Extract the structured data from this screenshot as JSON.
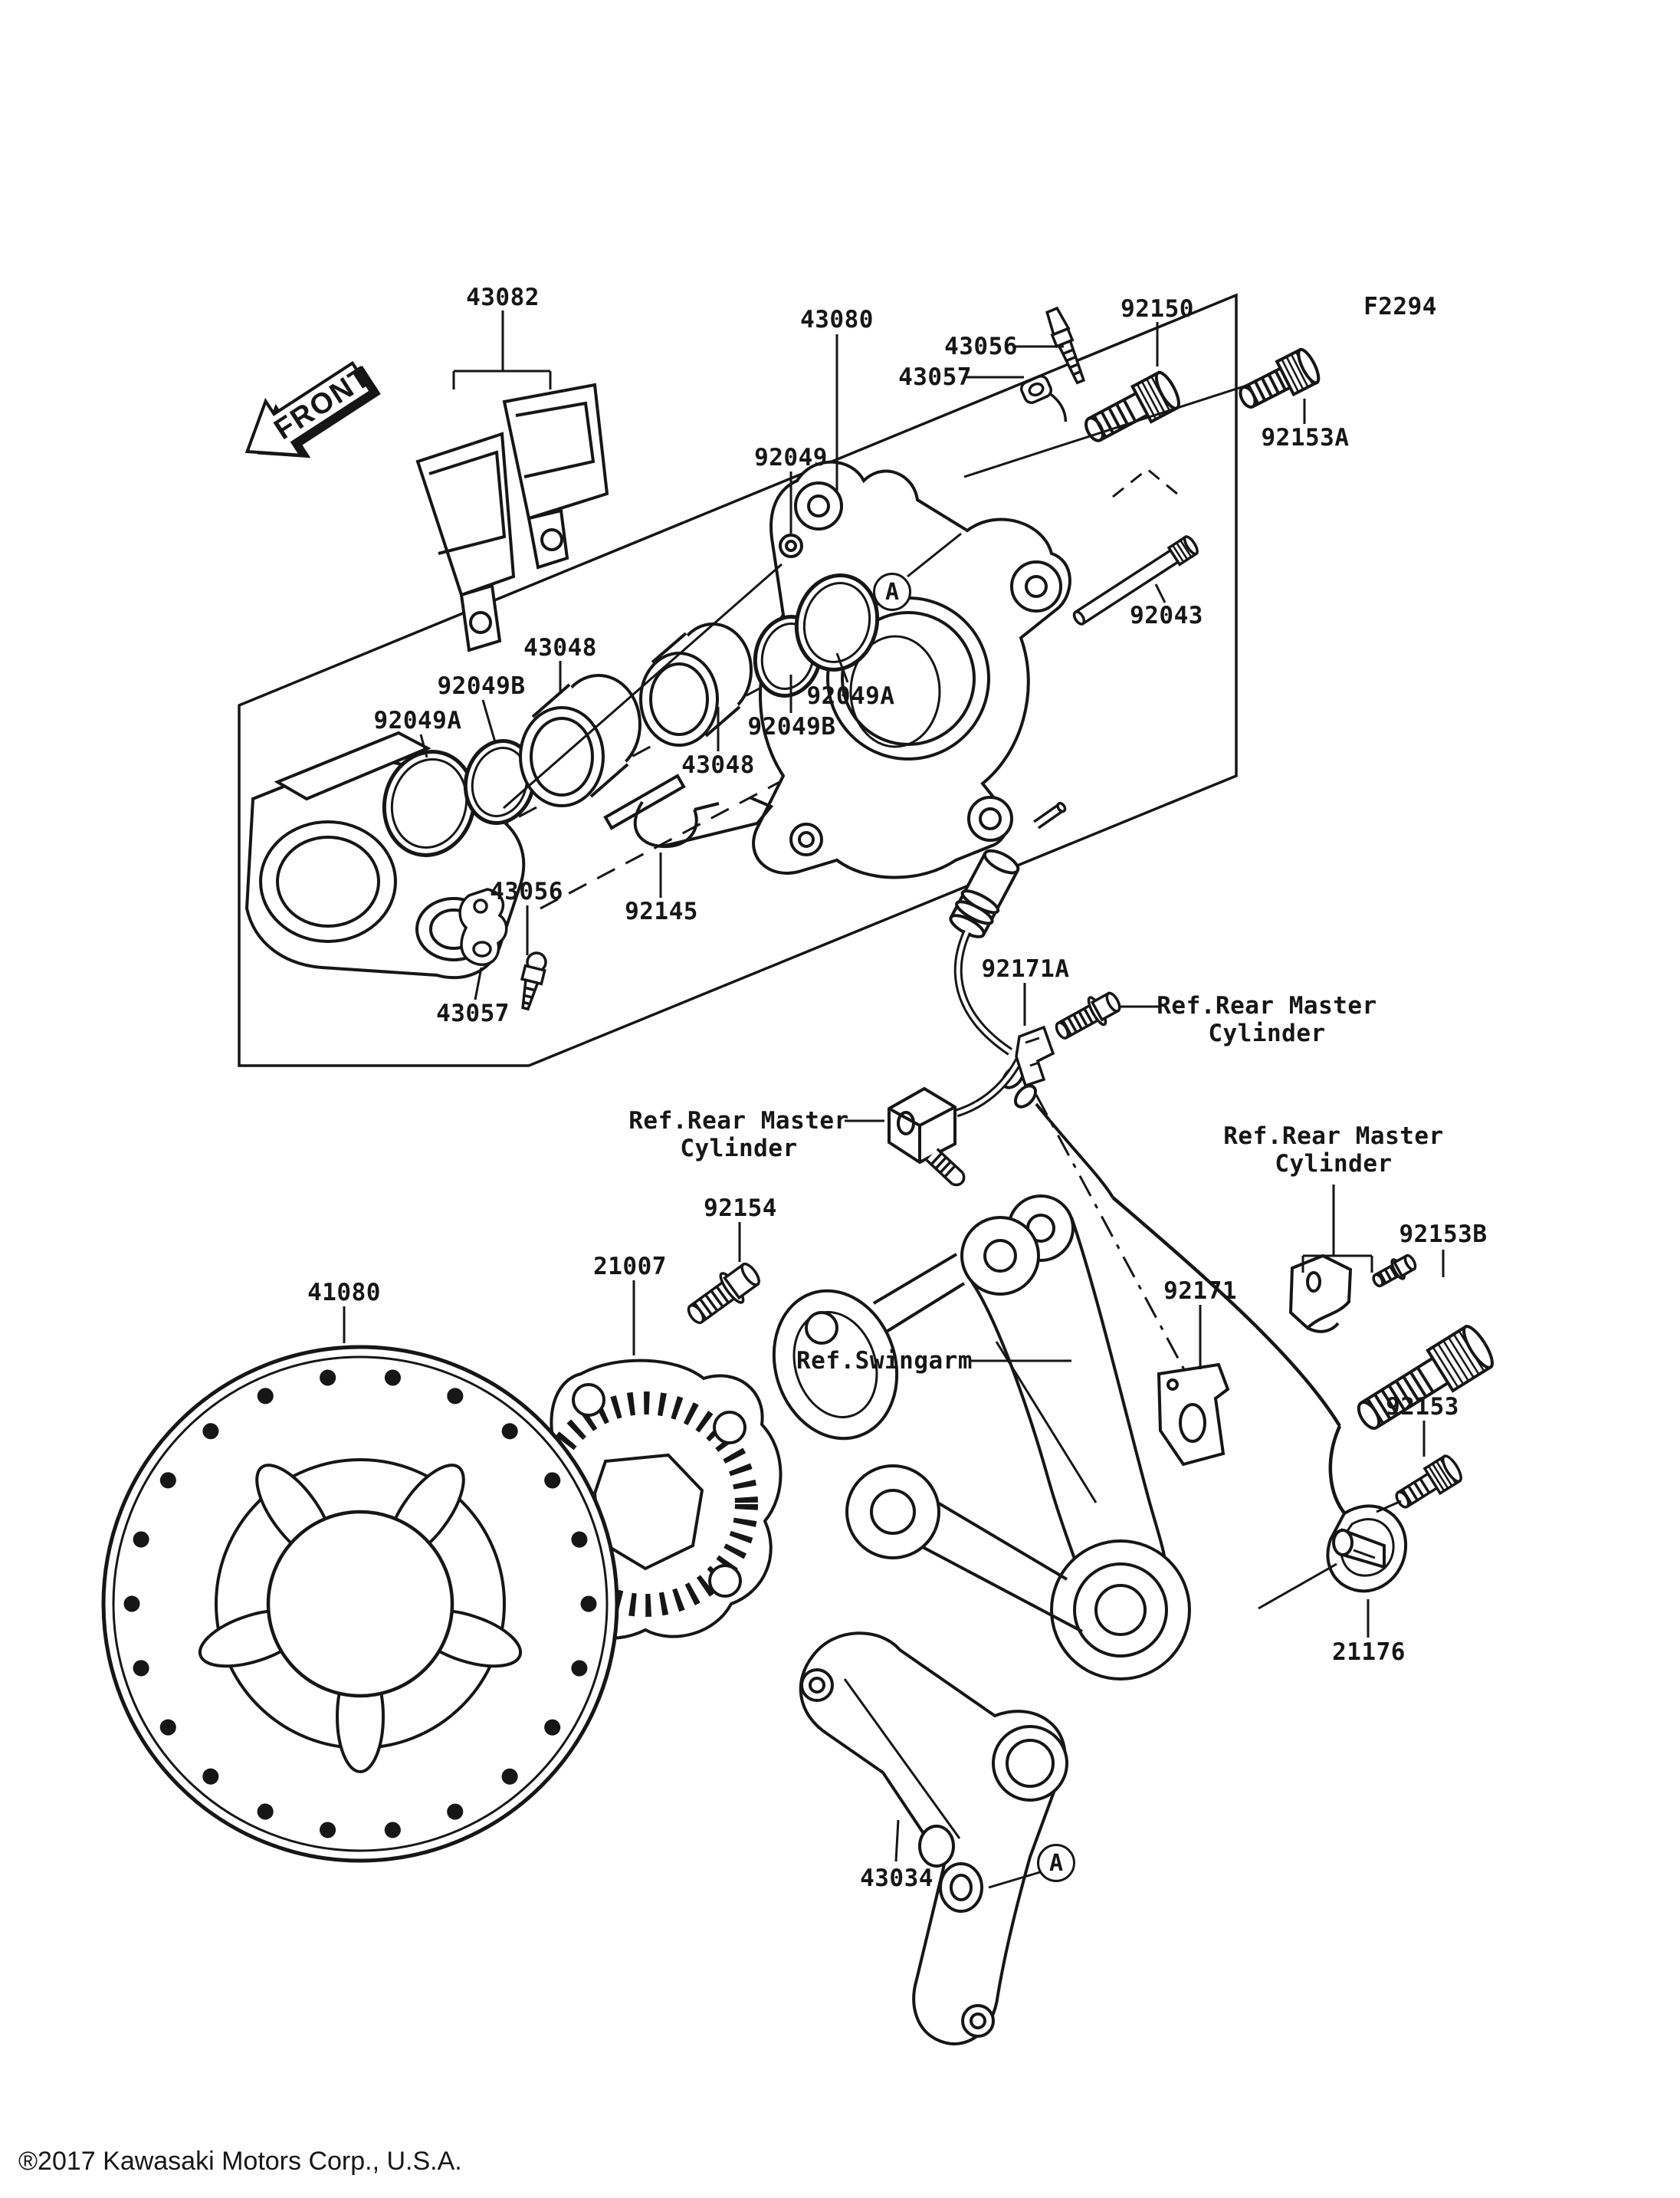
{
  "figure": {
    "code": "F2294",
    "front_marker": "FRONT",
    "callout_letter": "A",
    "copyright": "®2017 Kawasaki Motors Corp., U.S.A."
  },
  "parts": {
    "43082": "43082",
    "43080": "43080",
    "92150": "92150",
    "43056": "43056",
    "43057": "43057",
    "92153A": "92153A",
    "92049": "92049",
    "92043": "92043",
    "43048": "43048",
    "92049A": "92049A",
    "92049B": "92049B",
    "92145": "92145",
    "92171A": "92171A",
    "92154": "92154",
    "21007": "21007",
    "41080": "41080",
    "92171": "92171",
    "92153B": "92153B",
    "92153": "92153",
    "21176": "21176",
    "43034": "43034"
  },
  "references": {
    "rear_master_cylinder_line1": "Ref.Rear Master",
    "rear_master_cylinder_line2": "Cylinder",
    "swingarm": "Ref.Swingarm"
  }
}
